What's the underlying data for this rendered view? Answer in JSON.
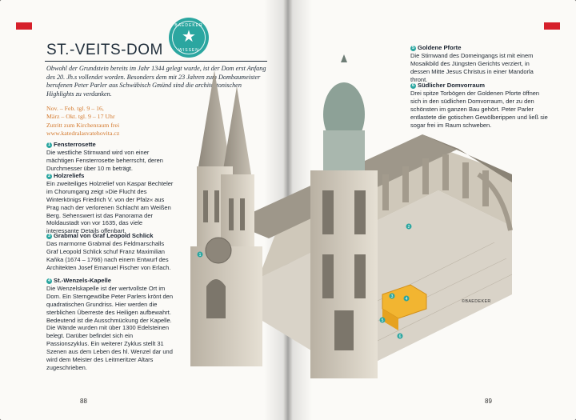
{
  "header": {
    "title": "ST.-VEITS-DOM",
    "badge_top": "BAEDEKER",
    "badge_bottom": "WISSEN",
    "badge_icon": "star-icon"
  },
  "intro": "Obwohl der Grundstein bereits im Jahr 1344 gelegt wurde, ist der Dom erst Anfang des 20. Jh.s vollendet worden. Besonders dem mit 23 Jahren zum Dombaumeister berufenen Peter Parler aus Schwäbisch Gmünd sind die architektonischen Highlights zu verdanken.",
  "hours": [
    "Nov. – Feb. tgl. 9 – 16,",
    "März – Okt. tgl. 9 – 17 Uhr",
    "Zutritt zum Kirchenraum frei",
    "www.katedralasvatehovita.cz"
  ],
  "sections": [
    {
      "num": "1",
      "title": "Fensterrosette",
      "text": "Die westliche Stirnwand wird von einer mächtigen Fensterrosette beherrscht, deren Durchmesser über 10 m beträgt."
    },
    {
      "num": "2",
      "title": "Holzreliefs",
      "text": "Ein zweiteiliges Holzrelief von Kaspar Bechteler im Chorumgang zeigt »Die Flucht des Winterkönigs Friedrich V. von der Pfalz« aus Prag nach der verlorenen Schlacht am Weißen Berg. Sehenswert ist das Panorama der Moldaustadt von vor 1635, das viele interessante Details offenbart."
    },
    {
      "num": "3",
      "title": "Grabmal von Graf Leopold Schlick",
      "text": "Das marmorne Grabmal des Feldmarschalls Graf Leopold Schlick schuf Franz Maximilian Kaňka (1674 – 1766) nach einem Entwurf des Architekten Josef Emanuel Fischer von Erlach."
    },
    {
      "num": "4",
      "title": "St.-Wenzels-Kapelle",
      "text": "Die Wenzelskapelle ist der wertvollste Ort im Dom. Ein Sterngewölbe Peter Parlers krönt den quadratischen Grundriss. Hier werden die sterblichen Überreste des Heiligen aufbewahrt. Bedeutend ist die Ausschmückung der Kapelle. Die Wände wurden mit über 1300 Edelsteinen belegt. Darüber befindet sich ein Passionszyklus. Ein weiterer Zyklus stellt 31 Szenen aus dem Leben des hl. Wenzel dar und wird dem Meister des Leitmeritzer Altars zugeschrieben."
    },
    {
      "num": "5",
      "title": "Goldene Pforte",
      "text": "Die Stirnwand des Domeingangs ist mit einem Mosaikbild des Jüngsten Gerichts verziert, in dessen Mitte Jesus Christus in einer Mandorla thront."
    },
    {
      "num": "6",
      "title": "Südlicher Domvorraum",
      "text": "Drei spitze Torbögen der Goldenen Pforte öffnen sich in den südlichen Domvorraum, der zu den schönsten im ganzen Bau gehört. Peter Parler entlastete die gotischen Gewölberippen und ließ sie sogar frei im Raum schweben."
    }
  ],
  "credit": "©BAEDEKER",
  "page_numbers": {
    "left": "88",
    "right": "89"
  },
  "colors": {
    "accent": "#2ba6a0",
    "tab": "#d6202b",
    "hours": "#d3782c",
    "title": "#1f2d3a",
    "chapel": "#f2b531"
  }
}
